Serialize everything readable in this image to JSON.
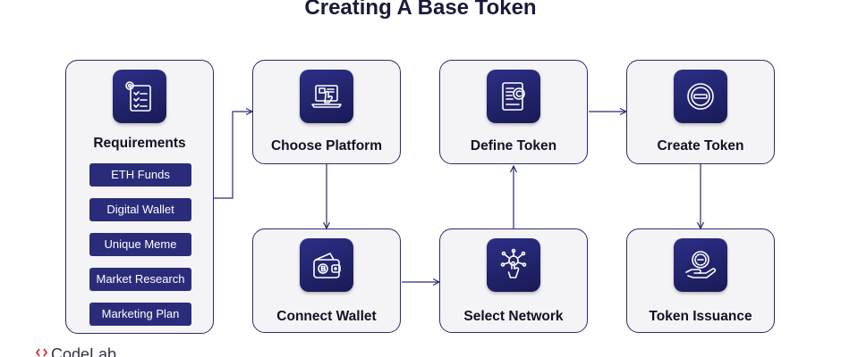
{
  "title": "Creating A Base Token",
  "requirements": {
    "label": "Requirements",
    "items": [
      "ETH Funds",
      "Digital Wallet",
      "Unique Meme",
      "Market Research",
      "Marketing Plan"
    ]
  },
  "steps": {
    "choose_platform": "Choose Platform",
    "connect_wallet": "Connect Wallet",
    "select_network": "Select Network",
    "define_token": "Define Token",
    "create_token": "Create Token",
    "token_issuance": "Token Issuance"
  },
  "logo": {
    "text": "CodeLab"
  },
  "colors": {
    "card_border": "#2c2c6e",
    "card_bg": "#f4f4f7",
    "icon_tile": "#1f2170",
    "pill_bg": "#2a2c7a",
    "title": "#1a1a3a",
    "logo_accent": "#d62d2d"
  },
  "icons": {
    "requirements": "checklist-gear-icon",
    "choose_platform": "laptop-hand-icon",
    "connect_wallet": "bitcoin-wallet-icon",
    "select_network": "network-hand-icon",
    "define_token": "document-coin-icon",
    "create_token": "token-icon",
    "token_issuance": "hand-coin-icon"
  }
}
